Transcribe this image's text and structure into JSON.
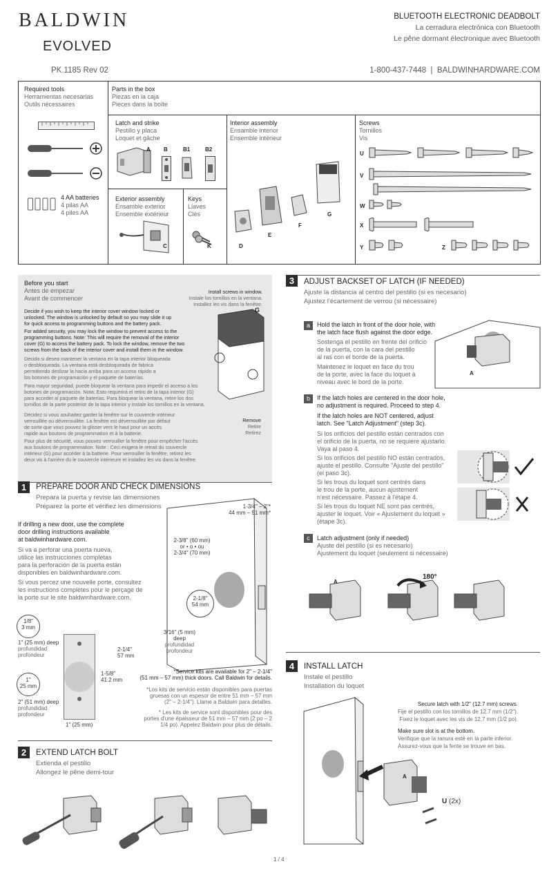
{
  "header": {
    "brand": "BALDWIN",
    "sub_brand": "EVOLVED",
    "product_en": "BLUETOOTH ELECTRONIC DEADBOLT",
    "product_es": "La cerradura electrónica con Bluetooth",
    "product_fr": "Le pêne dormant électronique avec Bluetooth",
    "doc_number": "PK.1185 Rev 02",
    "contact": "1-800-437-7448  |  BALDWINHARDWARE.COM"
  },
  "parts": {
    "tools": {
      "title": [
        "Required tools",
        "Herramientas necesarias",
        "Outils nécessaires"
      ],
      "batteries": [
        "4 AA batteries",
        "4 pilas AA",
        "4 piles AA"
      ]
    },
    "box": {
      "title": [
        "Parts in the box",
        "Piezas en la caja",
        "Pieces dans la boîte"
      ]
    },
    "latch": {
      "title": [
        "Latch and strike",
        "Pestillo y placa",
        "Loquet et gâche"
      ],
      "letters": [
        "A",
        "B",
        "B1",
        "B2"
      ]
    },
    "interior": {
      "title": [
        "Interior assembly",
        "Ensamble interior",
        "Ensemble intérieur"
      ],
      "letters": [
        "D",
        "E",
        "F",
        "G"
      ]
    },
    "screws": {
      "title": [
        "Screws",
        "Tornillos",
        "Vis"
      ],
      "letters": [
        "U",
        "V",
        "W",
        "X",
        "Y",
        "Z"
      ]
    },
    "exterior": {
      "title": [
        "Exterior assembly",
        "Ensamble exterior",
        "Ensemble extérieur"
      ],
      "letter": "C"
    },
    "keys": {
      "title": [
        "Keys",
        "Llaves",
        "Clés"
      ],
      "letter": "K"
    }
  },
  "before": {
    "title": [
      "Before you start",
      "Antes de empezar",
      "Avant de commencer"
    ],
    "callout_top": [
      "Install screws in window.",
      "Instale los tornillos en la ventana.",
      "Installez les vis dans la fenêtre."
    ],
    "callout_g": "G",
    "callout_remove": [
      "Remove",
      "Retire",
      "Retirez"
    ],
    "p1": [
      "Decide if you wish to keep the interior cover window locked or",
      "unlocked. The window is unlocked by default so you may slide it up",
      "for quick access to programming buttons and the battery pack."
    ],
    "p2": [
      "For added security, you may lock the window to prevent access to the",
      "programming buttons. Note: This will require the removal of the interior",
      "cover (G) to access the battery pack. To lock the window, remove the two",
      "screws from the back of the interior cover and install them in the window."
    ],
    "p3": [
      "Decida si desea mantener la ventana en la tapa interior bloqueada",
      "o desbloqueada. La ventana está desbloqueada de fabrica",
      "permitiendo deslizar la hacia arriba para un acceso rápido a",
      "los botones de programación y el paquete de baterías."
    ],
    "p4": [
      "Para mayor seguridad, puede bloquear la ventana para impedir el acceso a los",
      "botones de programación. Nota: Esto requerirá el retiro de la tapa interior (G)",
      "para acceder al paquete de baterías. Para bloquear la ventana, retire los dos",
      "tornillos de la parte posterior de la tapa interior y instale los tornillos en la ventana."
    ],
    "p5": [
      "Décidez si vous souhaitez garder la fenêtre sur le couvercle intérieur",
      "verrouillée ou déverrouillée. La fenêtre est déverrouillée par défaut",
      "de sorte que vous pouvez la glisser vers le haut pour un accès",
      "rapide aux boutons de programmation et à la batterie."
    ],
    "p6": [
      "Pour plus de sécurité, vous pouvez verrouiller la fenêtre pour empêcher l'accès",
      "aux boutons de programmation. Note : Ceci exigera le retrait du couvercle",
      "intérieur (G) pour accéder à la batterie. Pour verrouiller la fenêtre, retirez les",
      "deux vis à l'arrière du le couvercle intérieure et installez les vis dans la fenêtre."
    ]
  },
  "s1": {
    "num": "1",
    "title": "PREPARE DOOR AND CHECK DIMENSIONS",
    "sub": [
      "Prepara la puerta y revise las dimensiones",
      "Préparez la porte et vérifiez les dimensions"
    ],
    "en": [
      "If drilling a new door, use the complete",
      "door drilling instructions available",
      "at baldwinhardware.com."
    ],
    "es": [
      "Si va a perforar una puerta nueva,",
      "utilice las instrucciones completas",
      "para la perforación de la puerta están",
      "disponibles en baldwinhardware.com."
    ],
    "fr": [
      "Si vous percez une nouvelle porte, consultez",
      "les instructions complètes pour le perçage de",
      "la porte sur le site baldwinhardware.com."
    ],
    "d_thick": [
      "1-3/4\" – 2\"*",
      "44 mm – 51 mm*"
    ],
    "d_backset": [
      "2-3/8\" (60 mm)",
      "or • o • ou",
      "2-3/4\" (70 mm)"
    ],
    "d_bore": [
      "2-1/8\"",
      "54 mm"
    ],
    "d_latch": [
      "3/16\" (5 mm)",
      "deep",
      "profundidad",
      "profondeur"
    ],
    "d_18": [
      "1/8\"",
      "3 mm"
    ],
    "d_25deep": [
      "1\" (25 mm) deep",
      "profundidad",
      "profondeur"
    ],
    "d_1in": [
      "1\"",
      "25 mm"
    ],
    "d_51deep": [
      "2\" (51 mm) deep",
      "profundidad",
      "profondeur"
    ],
    "d_214": [
      "2-1/4\"",
      "57 mm"
    ],
    "d_158": [
      "1-5/8\"",
      "41.2 mm"
    ],
    "d_bottom": "1\" (25 mm)",
    "note_en": [
      "*Service kits are available for 2\" – 2-1/4\"",
      "(51 mm – 57 mm) thick doors. Call Baldwin for details."
    ],
    "note_es": [
      "*Los kits de servicio están disponibles para puertas",
      "gruesas con un espesor de entre 51 mm – 57 mm",
      "(2\" – 2-1/4\"). Llame a Baldwin para detalles."
    ],
    "note_fr": [
      "* Les kits de service sont disponibles pour des",
      "portes d'une épaisseur de 51 mm – 57 mm (2 po – 2",
      "1/4 po). Appelez Baldwin pour plus de détails."
    ]
  },
  "s2": {
    "num": "2",
    "title": "EXTEND LATCH BOLT",
    "sub": [
      "Extienda el pestillo",
      "Allongez le pêne demi-tour"
    ]
  },
  "s3": {
    "num": "3",
    "title": "ADJUST BACKSET OF LATCH (IF NEEDED)",
    "sub": [
      "Ajuste la distancia al centro del pestillo (si es necesario)",
      "Ajustez l'écartement de verrou (si nécessaire)"
    ],
    "a_label": "a",
    "a_en": [
      "Hold the latch in front of the door hole, with",
      "the latch face flush against the door edge."
    ],
    "a_es": [
      "Sostenga el pestillo en frente del orificio",
      "de la puerta, con la cara del pestillo",
      "al ras con el borde de la puerta."
    ],
    "a_fr": [
      "Maintenez le loquet en face du trou",
      "de la porte, avec la face du loquet à",
      "niveau avec le bord de la porte."
    ],
    "a_letter": "A",
    "b_label": "b",
    "b_en1": [
      "If the latch holes are centered in the door hole,",
      "no adjustment is required. Proceed to step 4."
    ],
    "b_en2": [
      "If the latch holes are NOT centered, adjust",
      "latch. See \"Latch Adjustment\" (step 3c)."
    ],
    "b_es1": [
      "Si los orificios del pestillo están centrados con",
      "el orificio de la puerta, no se requiere ajustarlo.",
      "Vaya al paso 4."
    ],
    "b_es2": [
      "Si los orificios del pestillo NO están centrados,",
      "ajuste el pestillo. Consulte \"Ajuste del pestillo\"",
      "(el paso 3c)."
    ],
    "b_fr1": [
      "Si les trous du loquet sont centrés dans",
      "le trou de la porte, aucun ajustement",
      "n'est nécessaire. Passez à l'étape 4."
    ],
    "b_fr2": [
      "Si les trous du loquet NE sont pas centrés,",
      "ajuster le loquet. Voir « Ajustement du loquet »",
      "(étape 3c)."
    ],
    "c_label": "c",
    "c_en": "Latch adjustment (only if needed)",
    "c_es": "Ajuste del pestillo (si es necesario)",
    "c_fr": "Ajustement du loquet (seulement si nécessaire)",
    "c_letter": "A",
    "c_angle": "180°"
  },
  "s4": {
    "num": "4",
    "title": "INSTALL LATCH",
    "sub": [
      "Instale el pestillo",
      "Installation du loquet"
    ],
    "secure": [
      "Secure latch with 1/2\" (12.7 mm) screws.",
      "Fije el pestillo con los tornillos de 12.7 mm (1/2\").",
      "Fixez le loquet avec les vis de 12,7 mm (1/2 po)."
    ],
    "slot": [
      "Make sure slot is at the bottom.",
      "Verifique que la ranura esté en la parte inferior.",
      "Assurez-vous que la fente se trouve en bas."
    ],
    "letter": "A",
    "screw_letter": "U",
    "screw_qty": "(2x)"
  },
  "footer": {
    "page": "1 / 4"
  }
}
